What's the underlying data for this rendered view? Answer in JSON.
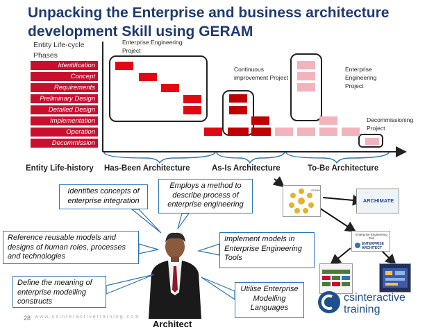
{
  "title": "Unpacking the Enterprise and business architecture development Skill using GERAM",
  "phases_header": "Entity Life-cycle Phases",
  "phases": [
    "Identification",
    "Concept",
    "Requirements",
    "Preliminary Design",
    "Detailed Design",
    "Implementation",
    "Operation",
    "Decommission"
  ],
  "notes": {
    "enterprise_engineering_project": "Enterprise Engineering Project",
    "continuous_improvement_project": "Continuous improvement Project",
    "enterprise_engineering_project_2": "Enterprise Engineering Project",
    "decommissioning_project": "Decommissioning Project"
  },
  "history": {
    "entity_life_history": "Entity Life-history",
    "has_been": "Has-Been Architecture",
    "as_is": "As-Is Architecture",
    "to_be": "To-Be Architecture"
  },
  "callouts": {
    "identifies": "Identifies concepts of enterprise integration",
    "employs": "Employs a method to describe process of enterprise engineering",
    "reference": "Reference reusable models and designs of human roles, processes and technologies",
    "implement": "Implement models in Enterprise Engineering Tools",
    "define": "Define the meaning of enterprise modelling constructs",
    "utilise": "Utilise Enterprise Modelling Languages"
  },
  "architect_label": "Architect",
  "page_number": "28",
  "website": "www.csinteractivetraining.com",
  "tools": {
    "archimate": "ARCHIMATE",
    "ea_caption": "Enterprise Engineering Tool",
    "ea_name": "ENTERPRISE ARCHITECT"
  },
  "logo": {
    "line1": "csinteractive",
    "line2": "training"
  },
  "colors": {
    "title": "#1f3a70",
    "phase_bar": "#c8102e",
    "cell": "#e30613",
    "callout_border": "#2e75b6"
  }
}
